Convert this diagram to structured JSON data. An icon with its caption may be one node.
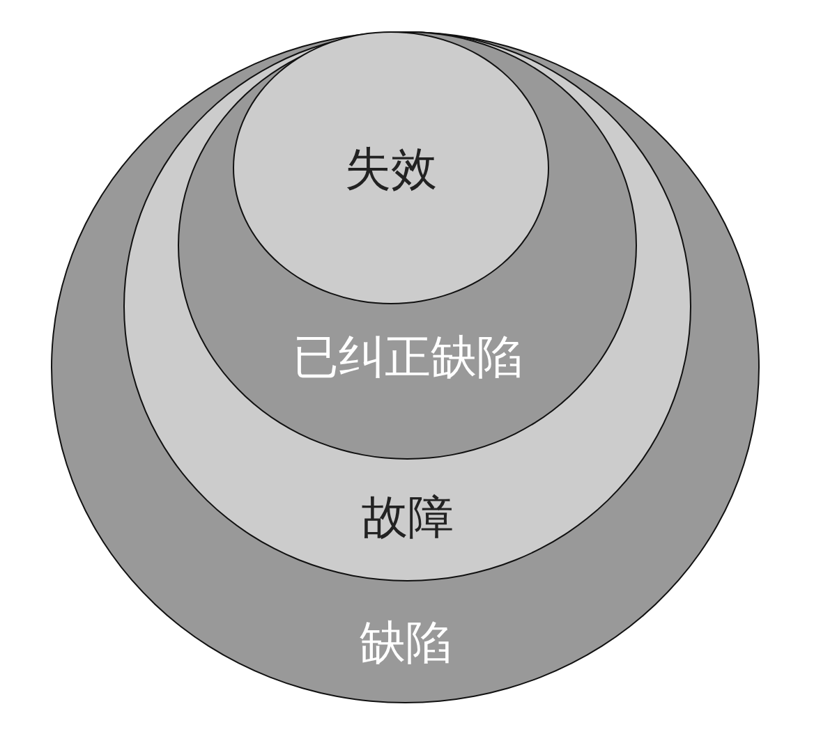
{
  "diagram": {
    "nodes": [
      {
        "text": [
          "缺陷"
        ]
      },
      {
        "text": [
          "故障"
        ],
        "in": 0
      },
      {
        "text": [
          "已纠正缺陷"
        ],
        "in": 1
      },
      {
        "text": [
          "失效"
        ],
        "in": 2
      }
    ]
  }
}
